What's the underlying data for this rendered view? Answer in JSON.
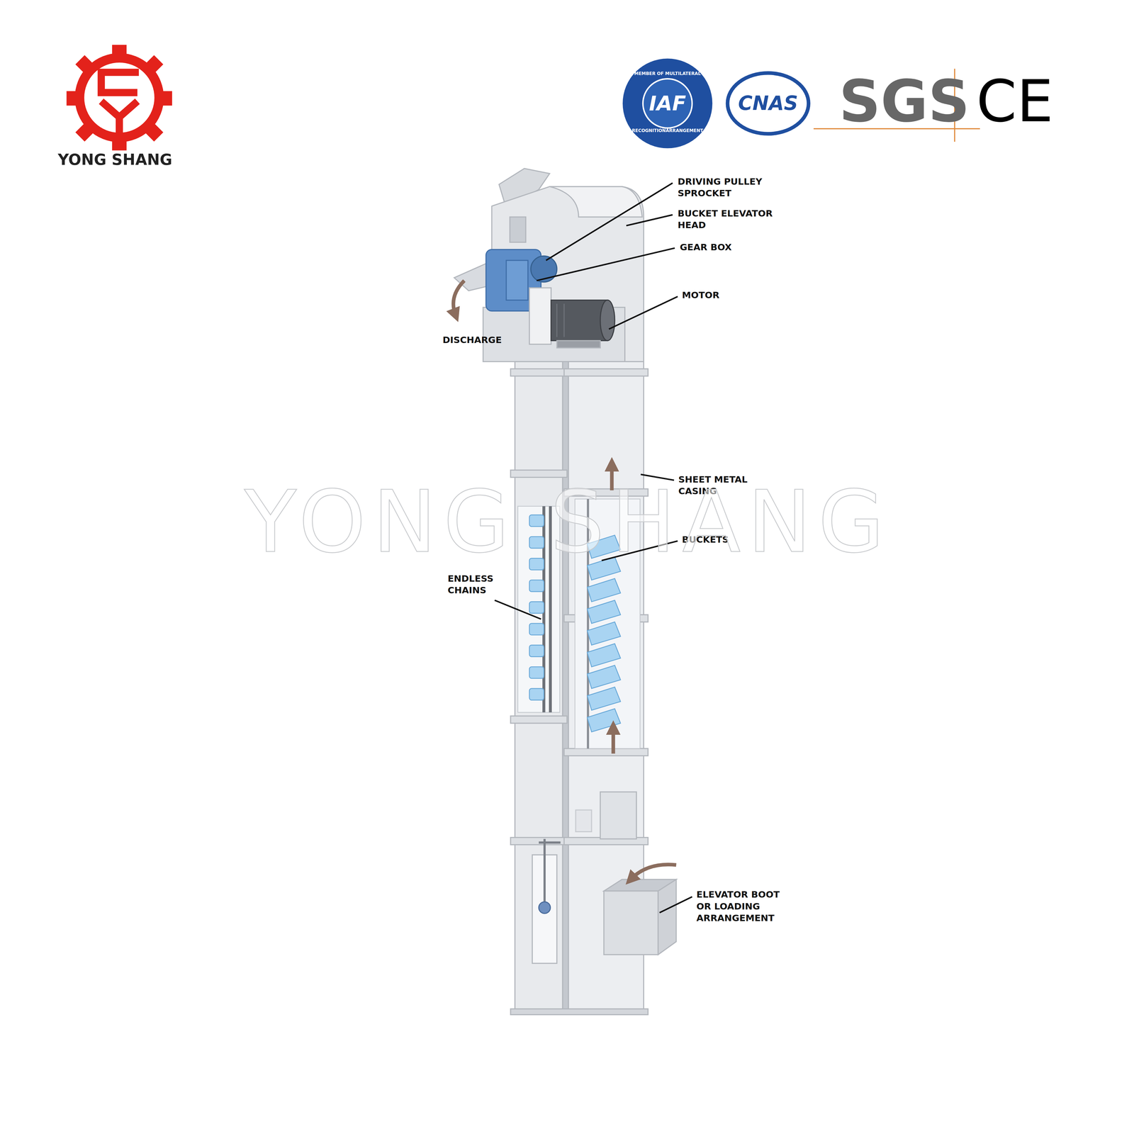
{
  "diagram": {
    "labels": [
      "YONG SHANG",
      "MEMBER OF MULTILATERAL",
      "IAF",
      "RECOGNITIONARRANGEMENT",
      "CNAS",
      "SGS",
      "CE",
      "DRIVING PULLEY SPROCKET",
      "BUCKET ELEVATOR HEAD",
      "GEAR BOX",
      "MOTOR",
      "DISCHARGE",
      "SHEET METAL CASING",
      "BUCKETS",
      "ENDLESS CHAINS",
      "ELEVATOR BOOT OR LOADING ARRANGEMENT",
      "YONG SHANG"
    ]
  }
}
